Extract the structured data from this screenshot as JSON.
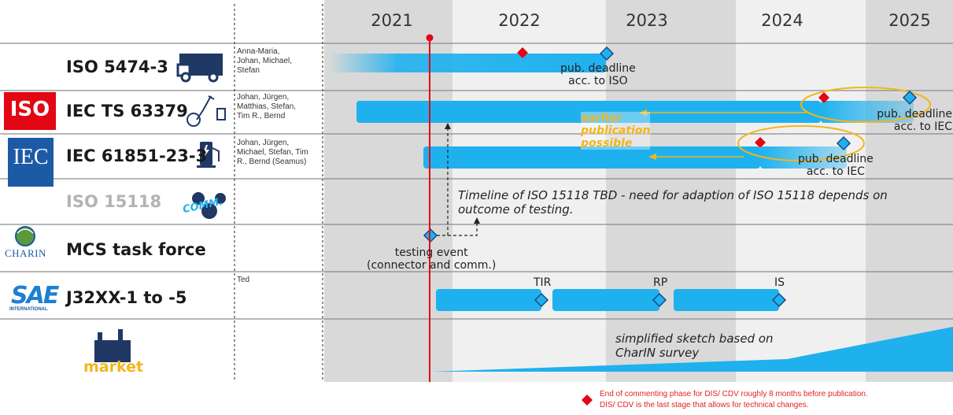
{
  "years": [
    "2021",
    "2022",
    "2023",
    "2024",
    "2025"
  ],
  "rows": [
    {
      "title": "ISO 5474-3",
      "names": "Anna-Maria,\nJohan, Michael,\nStefan",
      "icon": "truck-icon"
    },
    {
      "title": "IEC TS 63379",
      "names": "Johan, Jürgen,\nMatthias, Stefan,\nTim R., Bernd",
      "icon": "charging-connector-icon"
    },
    {
      "title": "IEC 61851-23-3",
      "names": "Johan, Jürgen,\nMichael, Stefan, Tim\nR., Bernd (Seamus)",
      "icon": "charging-station-icon"
    },
    {
      "title": "ISO 15118",
      "names": "",
      "icon": "communication-icon",
      "icon_text": "COMM."
    },
    {
      "title": "MCS task force",
      "names": "",
      "icon": "charin-logo"
    },
    {
      "title": "J32XX-1 to -5",
      "names": "Ted",
      "icon": "sae-logo"
    },
    {
      "title": "market",
      "names": "",
      "icon": "factory-icon"
    }
  ],
  "logos": {
    "iso": "ISO",
    "iec": "IEC",
    "charin": "CHARIN",
    "sae": "SAE",
    "sae_sub": "INTERNATIONAL"
  },
  "labels": {
    "iso5474_deadline": "pub. deadline\nacc. to ISO",
    "iec63379_deadline": "pub. deadline\nacc. to IEC",
    "iec61851_deadline": "pub. deadline\nacc. to IEC",
    "earlier": "earlier\npublication\npossible",
    "iso15118_note": "Timeline of ISO 15118 TBD - need for adaption of ISO 15118 depends on\noutcome of testing.",
    "testing_event": "testing event\n(connector and comm.)",
    "tir": "TIR",
    "rp": "RP",
    "is": "IS",
    "market_note": "simplified sketch based on\nCharIN survey"
  },
  "legend": {
    "line1": "End of commenting phase for DIS/ CDV roughly 8 months before publication.",
    "line2": "DIS/ CDV is the last stage that allows for technical changes."
  },
  "colors": {
    "bar": "#1fb1ee",
    "deadline": "#e30613",
    "ellipse": "#f2b61c",
    "today": "#e30613",
    "shade": "#dcdcdc"
  }
}
